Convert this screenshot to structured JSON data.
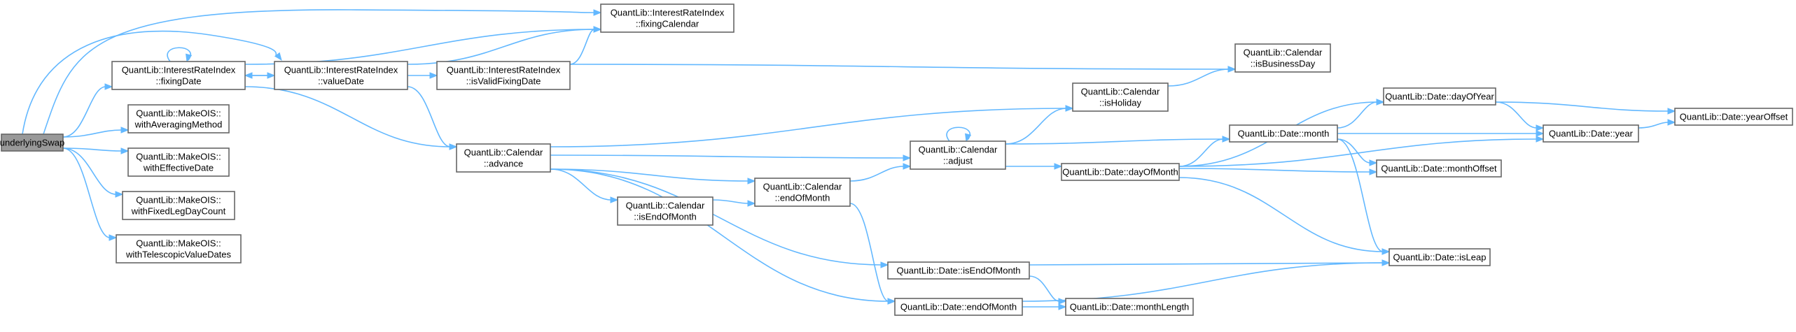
{
  "graph": {
    "nodes": [
      {
        "id": "underlyingSwap",
        "lines": [
          "underlyingSwap"
        ],
        "root": true
      },
      {
        "id": "iri_fixingDate",
        "lines": [
          "QuantLib::InterestRateIndex",
          "::fixingDate"
        ]
      },
      {
        "id": "iri_valueDate",
        "lines": [
          "QuantLib::InterestRateIndex",
          "::valueDate"
        ]
      },
      {
        "id": "iri_fixingCalendar",
        "lines": [
          "QuantLib::InterestRateIndex",
          "::fixingCalendar"
        ]
      },
      {
        "id": "iri_isValidFixingDate",
        "lines": [
          "QuantLib::InterestRateIndex",
          "::isValidFixingDate"
        ]
      },
      {
        "id": "cal_isBusinessDay",
        "lines": [
          "QuantLib::Calendar",
          "::isBusinessDay"
        ]
      },
      {
        "id": "ois_withAveragingMethod",
        "lines": [
          "QuantLib::MakeOIS::",
          "withAveragingMethod"
        ]
      },
      {
        "id": "ois_withEffectiveDate",
        "lines": [
          "QuantLib::MakeOIS::",
          "withEffectiveDate"
        ]
      },
      {
        "id": "ois_withFixedLegDayCount",
        "lines": [
          "QuantLib::MakeOIS::",
          "withFixedLegDayCount"
        ]
      },
      {
        "id": "ois_withTelescopicValueDates",
        "lines": [
          "QuantLib::MakeOIS::",
          "withTelescopicValueDates"
        ]
      },
      {
        "id": "cal_advance",
        "lines": [
          "QuantLib::Calendar",
          "::advance"
        ]
      },
      {
        "id": "cal_isHoliday",
        "lines": [
          "QuantLib::Calendar",
          "::isHoliday"
        ]
      },
      {
        "id": "cal_adjust",
        "lines": [
          "QuantLib::Calendar",
          "::adjust"
        ]
      },
      {
        "id": "cal_isEndOfMonth",
        "lines": [
          "QuantLib::Calendar",
          "::isEndOfMonth"
        ]
      },
      {
        "id": "cal_endOfMonth",
        "lines": [
          "QuantLib::Calendar",
          "::endOfMonth"
        ]
      },
      {
        "id": "date_month",
        "lines": [
          "QuantLib::Date::month"
        ]
      },
      {
        "id": "date_dayOfMonth",
        "lines": [
          "QuantLib::Date::dayOfMonth"
        ]
      },
      {
        "id": "date_dayOfYear",
        "lines": [
          "QuantLib::Date::dayOfYear"
        ]
      },
      {
        "id": "date_year",
        "lines": [
          "QuantLib::Date::year"
        ]
      },
      {
        "id": "date_yearOffset",
        "lines": [
          "QuantLib::Date::yearOffset"
        ]
      },
      {
        "id": "date_monthOffset",
        "lines": [
          "QuantLib::Date::monthOffset"
        ]
      },
      {
        "id": "date_isLeap",
        "lines": [
          "QuantLib::Date::isLeap"
        ]
      },
      {
        "id": "date_isEndOfMonth",
        "lines": [
          "QuantLib::Date::isEndOfMonth"
        ]
      },
      {
        "id": "date_endOfMonth",
        "lines": [
          "QuantLib::Date::endOfMonth"
        ]
      },
      {
        "id": "date_monthLength",
        "lines": [
          "QuantLib::Date::monthLength"
        ]
      }
    ],
    "edges": [
      [
        "underlyingSwap",
        "iri_fixingDate"
      ],
      [
        "underlyingSwap",
        "iri_valueDate"
      ],
      [
        "underlyingSwap",
        "iri_fixingCalendar"
      ],
      [
        "underlyingSwap",
        "ois_withAveragingMethod"
      ],
      [
        "underlyingSwap",
        "ois_withEffectiveDate"
      ],
      [
        "underlyingSwap",
        "ois_withFixedLegDayCount"
      ],
      [
        "underlyingSwap",
        "ois_withTelescopicValueDates"
      ],
      [
        "iri_fixingDate",
        "iri_fixingDate"
      ],
      [
        "iri_fixingDate",
        "iri_fixingCalendar"
      ],
      [
        "iri_fixingDate",
        "iri_valueDate"
      ],
      [
        "iri_fixingDate",
        "cal_advance"
      ],
      [
        "iri_valueDate",
        "iri_fixingDate"
      ],
      [
        "iri_valueDate",
        "iri_fixingCalendar"
      ],
      [
        "iri_valueDate",
        "iri_isValidFixingDate"
      ],
      [
        "iri_valueDate",
        "cal_advance"
      ],
      [
        "iri_isValidFixingDate",
        "iri_fixingCalendar"
      ],
      [
        "iri_isValidFixingDate",
        "cal_isBusinessDay"
      ],
      [
        "cal_advance",
        "cal_isHoliday"
      ],
      [
        "cal_advance",
        "cal_adjust"
      ],
      [
        "cal_advance",
        "cal_isEndOfMonth"
      ],
      [
        "cal_advance",
        "cal_endOfMonth"
      ],
      [
        "cal_advance",
        "date_isEndOfMonth"
      ],
      [
        "cal_advance",
        "date_endOfMonth"
      ],
      [
        "cal_adjust",
        "cal_adjust"
      ],
      [
        "cal_adjust",
        "cal_isHoliday"
      ],
      [
        "cal_adjust",
        "date_month"
      ],
      [
        "cal_adjust",
        "date_dayOfMonth"
      ],
      [
        "cal_isHoliday",
        "cal_isBusinessDay"
      ],
      [
        "cal_isEndOfMonth",
        "cal_endOfMonth"
      ],
      [
        "cal_endOfMonth",
        "cal_adjust"
      ],
      [
        "cal_endOfMonth",
        "date_endOfMonth"
      ],
      [
        "date_month",
        "date_dayOfYear"
      ],
      [
        "date_month",
        "date_year"
      ],
      [
        "date_month",
        "date_monthOffset"
      ],
      [
        "date_month",
        "date_isLeap"
      ],
      [
        "date_dayOfMonth",
        "date_dayOfYear"
      ],
      [
        "date_dayOfMonth",
        "date_month"
      ],
      [
        "date_dayOfMonth",
        "date_monthOffset"
      ],
      [
        "date_dayOfMonth",
        "date_year"
      ],
      [
        "date_dayOfMonth",
        "date_isLeap"
      ],
      [
        "date_dayOfYear",
        "date_year"
      ],
      [
        "date_dayOfYear",
        "date_yearOffset"
      ],
      [
        "date_year",
        "date_yearOffset"
      ],
      [
        "date_isEndOfMonth",
        "date_isLeap"
      ],
      [
        "date_isEndOfMonth",
        "date_monthLength"
      ],
      [
        "date_endOfMonth",
        "date_monthLength"
      ],
      [
        "date_endOfMonth",
        "date_isLeap"
      ]
    ]
  },
  "colors": {
    "edge": "#63b8ff",
    "node_border": "#666666",
    "root_fill": "#999999",
    "node_fill": "#ffffff"
  }
}
